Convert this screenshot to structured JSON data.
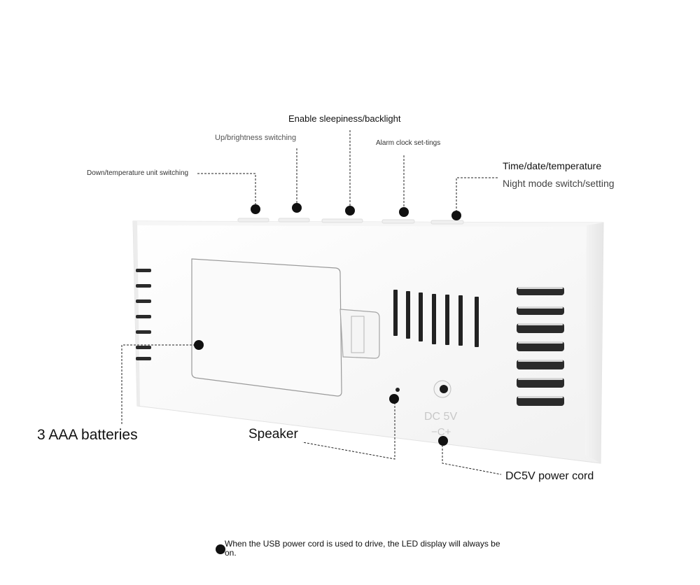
{
  "labels": {
    "enable": "Enable sleepiness/backlight",
    "up": "Up/brightness switching",
    "alarm": "Alarm clock set-tings",
    "down": "Down/temperature unit switching",
    "time_date": "Time/date/temperature",
    "night_mode": "Night mode switch/setting",
    "batteries": "3 AAA batteries",
    "speaker": "Speaker",
    "power": "DC5V power cord"
  },
  "device_text": {
    "dc": "DC 5V",
    "polarity": "−C+"
  },
  "footnote": "When the USB power cord is used to drive, the LED display will always be on."
}
